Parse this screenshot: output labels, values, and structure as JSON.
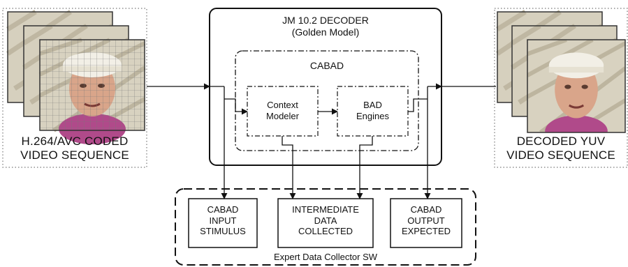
{
  "decoder": {
    "title": "JM 10.2 DECODER",
    "subtitle": "(Golden Model)"
  },
  "cabad": {
    "title": "CABAD",
    "context_line1": "Context",
    "context_line2": "Modeler",
    "bad_line1": "BAD",
    "bad_line2": "Engines"
  },
  "input": {
    "line1": "H.264/AVC CODED",
    "line2": "VIDEO SEQUENCE"
  },
  "output": {
    "line1": "DECODED YUV",
    "line2": "VIDEO SEQUENCE"
  },
  "collector": {
    "title": "Expert Data Collector SW",
    "boxes": [
      {
        "line1": "CABAD",
        "line2": "INPUT",
        "line3": "STIMULUS"
      },
      {
        "line1": "INTERMEDIATE",
        "line2": "DATA",
        "line3": "COLLECTED"
      },
      {
        "line1": "CABAD",
        "line2": "OUTPUT",
        "line3": "EXPECTED"
      }
    ]
  },
  "icons": [
    "video-frame-stack-icon",
    "arrow-icon"
  ]
}
